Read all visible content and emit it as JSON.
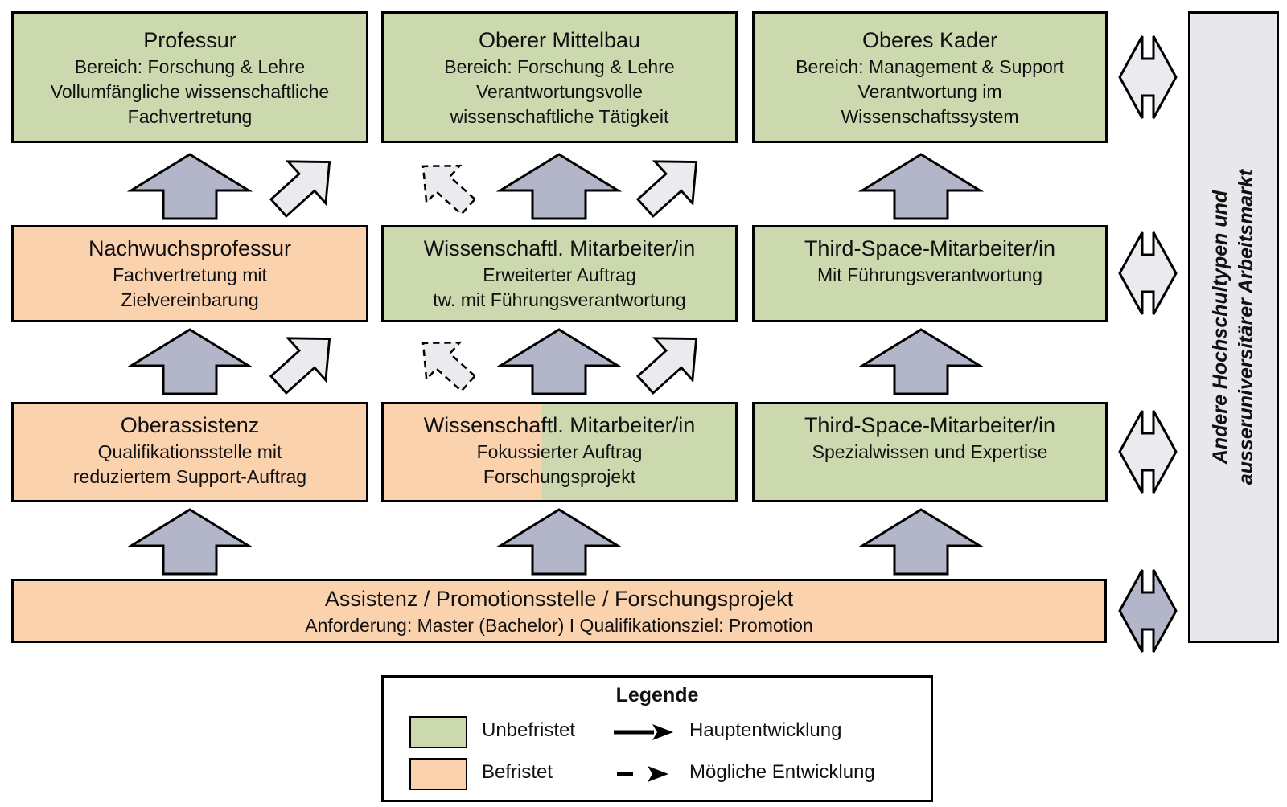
{
  "colors": {
    "green": "#ccd8ae",
    "orange": "#fbd2ae",
    "arrow_gray": "#b2b6c8",
    "light_gray": "#eaeaef",
    "bar_gray": "#e8e8ec"
  },
  "boxes": {
    "professur": {
      "title": "Professur",
      "lines": [
        "Bereich: Forschung & Lehre",
        "Vollumfängliche wissenschaftliche",
        "Fachvertretung"
      ]
    },
    "oberer_mittelbau": {
      "title": "Oberer Mittelbau",
      "lines": [
        "Bereich: Forschung & Lehre",
        "Verantwortungsvolle",
        "wissenschaftliche Tätigkeit"
      ]
    },
    "oberes_kader": {
      "title": "Oberes Kader",
      "lines": [
        "Bereich: Management & Support",
        "Verantwortung im",
        "Wissenschaftssystem"
      ]
    },
    "nachwuchsprofessur": {
      "title": "Nachwuchsprofessur",
      "lines": [
        "Fachvertretung mit",
        "Zielvereinbarung"
      ]
    },
    "wiss_ma_erweitert": {
      "title": "Wissenschaftl. Mitarbeiter/in",
      "lines": [
        "Erweiterter Auftrag",
        "tw. mit Führungsverantwortung"
      ]
    },
    "third_space_fuehrung": {
      "title": "Third-Space-Mitarbeiter/in",
      "lines": [
        "Mit Führungsverantwortung"
      ]
    },
    "oberassistenz": {
      "title": "Oberassistenz",
      "lines": [
        "Qualifikationsstelle mit",
        "reduziertem Support-Auftrag"
      ]
    },
    "wiss_ma_fokussiert": {
      "title": "Wissenschaftl. Mitarbeiter/in",
      "lines": [
        "Fokussierter Auftrag",
        "Forschungsprojekt"
      ]
    },
    "third_space_spezial": {
      "title": "Third-Space-Mitarbeiter/in",
      "lines": [
        "Spezialwissen und Expertise"
      ]
    },
    "assistenz": {
      "title": "Assistenz / Promotionsstelle / Forschungsprojekt",
      "lines": [
        "Anforderung: Master (Bachelor) I Qualifikationsziel: Promotion"
      ]
    }
  },
  "sidebar": {
    "lines": [
      "Andere Hochschultypen und",
      "ausseruniversitärer Arbeitsmarkt"
    ]
  },
  "legend": {
    "title": "Legende",
    "unbefristet": "Unbefristet",
    "befristet": "Befristet",
    "hauptentwicklung": "Hauptentwicklung",
    "moegliche_entwicklung": "Mögliche Entwicklung"
  }
}
